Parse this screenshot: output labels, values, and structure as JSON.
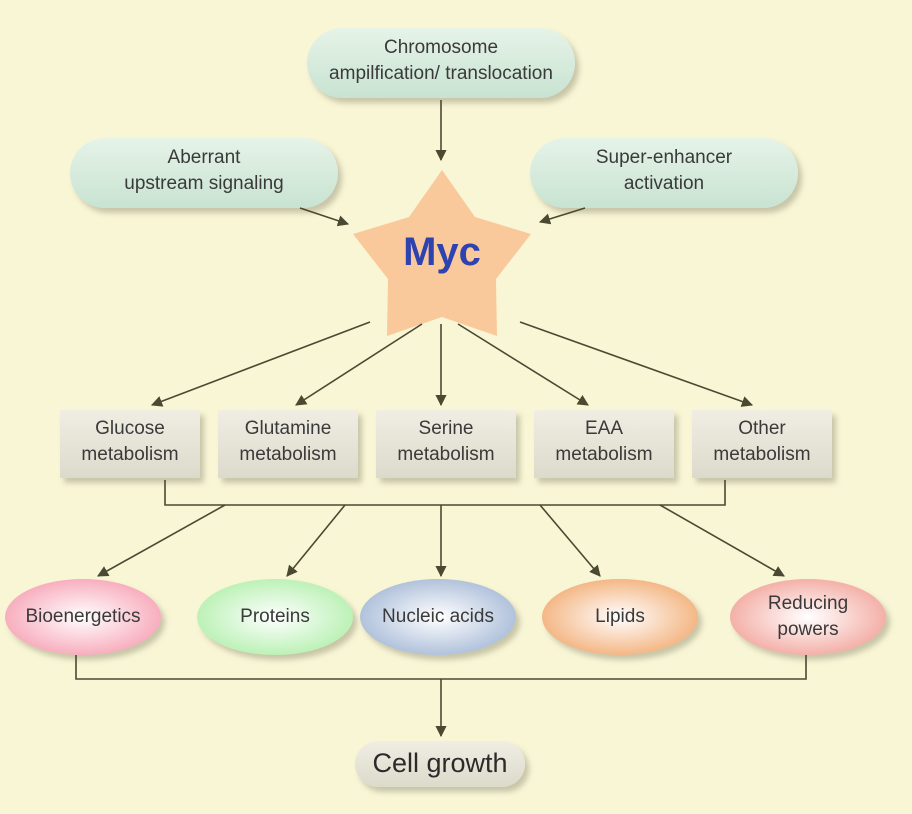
{
  "colors": {
    "background": "#f9f6d6",
    "arrow": "#4a4a32",
    "myc_star": "#f9c99b",
    "myc_text": "#2f43b0",
    "top_pill": "#d7ecdc",
    "metabolism_box": "#e7e5d8",
    "bioenergetics": "#f7a6b8",
    "proteins": "#b6f0b0",
    "nucleic_acids": "#a9bcd8",
    "lipids": "#f3b07a",
    "reducing_powers": "#f3a8a0",
    "cell_growth": "#e7e5d8"
  },
  "upstream": {
    "chromosome": "Chromosome\nampilfication/ translocation",
    "aberrant": "Aberrant\nupstream signaling",
    "super_enhancer": "Super-enhancer\nactivation"
  },
  "myc": "Myc",
  "metabolism": {
    "glucose": "Glucose\nmetabolism",
    "glutamine": "Glutamine\nmetabolism",
    "serine": "Serine\nmetabolism",
    "eaa": "EAA\nmetabolism",
    "other": "Other\nmetabolism"
  },
  "outputs": {
    "bioenergetics": "Bioenergetics",
    "proteins": "Proteins",
    "nucleic_acids": "Nucleic acids",
    "lipids": "Lipids",
    "reducing_powers": "Reducing\npowers"
  },
  "result": "Cell growth"
}
